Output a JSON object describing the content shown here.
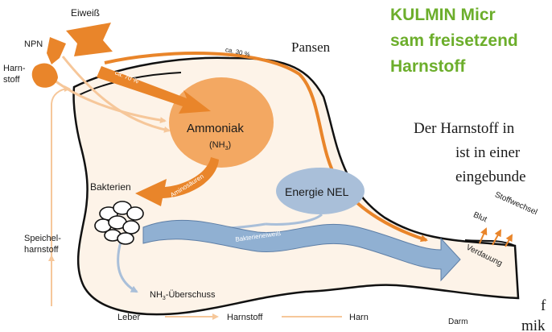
{
  "colors": {
    "headline_green": "#6cae2b",
    "arrow_orange": "#e9852a",
    "ammoniak_fill": "#f3a862",
    "light_orange": "#f6c79a",
    "energie_fill": "#a9bfd9",
    "blue_flow": "#90b0d2",
    "outline": "#111111"
  },
  "headline": {
    "line1": "KULMIN Micr",
    "line2": "sam freisetzend",
    "line3": "Harnstoff"
  },
  "body_text": {
    "line1": "Der Harnstoff in",
    "line2": "ist in einer",
    "line3": "eingebunde",
    "line4": "f",
    "line5": "mik"
  },
  "labels": {
    "eiweiss": "Eiweiß",
    "npn": "NPN",
    "harnstoff_line1": "Harn-",
    "harnstoff_line2": "stoff",
    "pansen": "Pansen",
    "ca30": "ca. 30 %",
    "ca70": "ca. 70 %",
    "ammoniak": "Ammoniak",
    "nh3_left": "(NH",
    "nh3_sub": "3",
    "nh3_right": ")",
    "aminosaeuren": "Aminosäuren",
    "bakterien": "Bakterien",
    "energie_nel": "Energie NEL",
    "bakterieneiweiss": "Bakterieneiweiß",
    "stoffwechsel": "Stoffwechsel",
    "blut": "Blut",
    "verdauung": "Verdauung",
    "speichel_line1": "Speichel-",
    "speichel_line2": "harnstoff",
    "nh3_ueberschuss_pre": "NH",
    "nh3_ueberschuss_sub": "3",
    "nh3_ueberschuss_post": "-Überschuss",
    "leber": "Leber",
    "harnstoff_bottom": "Harnstoff",
    "harn": "Harn",
    "darm": "Darm"
  }
}
